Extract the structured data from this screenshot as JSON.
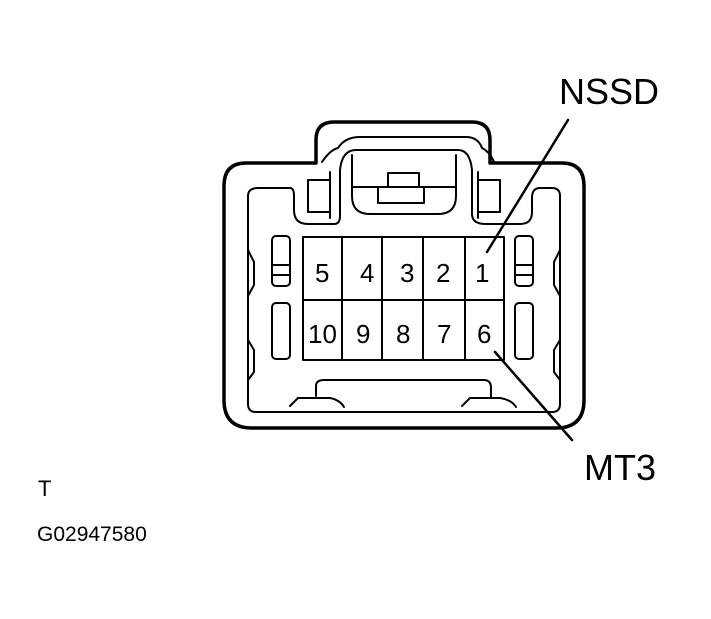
{
  "diagram": {
    "type": "connector-pinout",
    "view_letter": "T",
    "figure_id": "G02947580",
    "colors": {
      "stroke": "#000000",
      "background": "#ffffff"
    },
    "pins": {
      "top_row": [
        {
          "number": "5"
        },
        {
          "number": "4"
        },
        {
          "number": "3"
        },
        {
          "number": "2"
        },
        {
          "number": "1"
        }
      ],
      "bottom_row": [
        {
          "number": "10"
        },
        {
          "number": "9"
        },
        {
          "number": "8"
        },
        {
          "number": "7"
        },
        {
          "number": "6"
        }
      ]
    },
    "callouts": [
      {
        "label": "NSSD",
        "pin": "1"
      },
      {
        "label": "MT3",
        "pin": "6"
      }
    ]
  }
}
